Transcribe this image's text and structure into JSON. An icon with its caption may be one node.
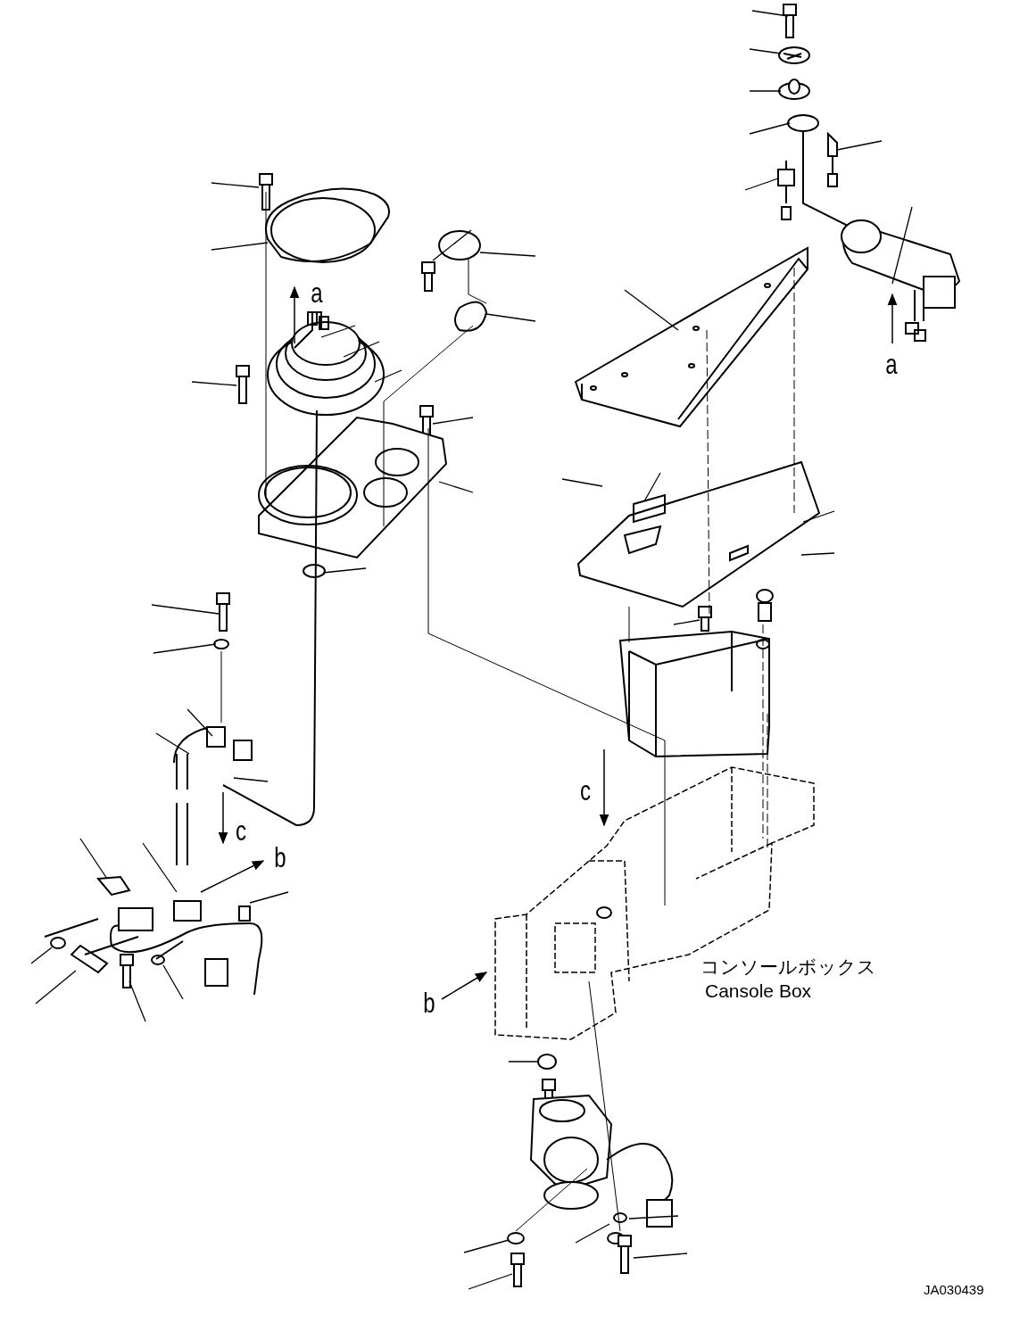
{
  "diagram": {
    "labels": [
      "a",
      "a",
      "c",
      "c",
      "b",
      "コンソールボックス",
      "Cansole Box",
      "b",
      "JA030439"
    ]
  }
}
